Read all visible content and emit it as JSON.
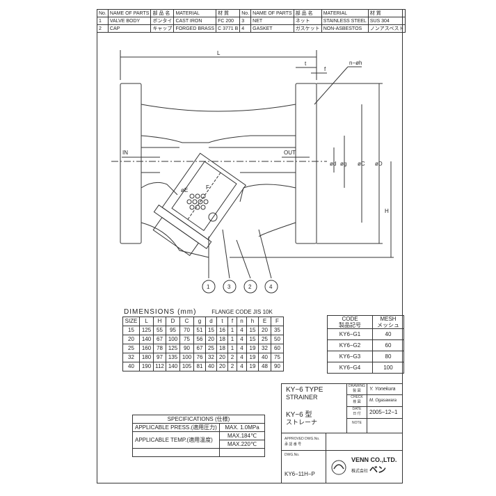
{
  "parts_table": {
    "headers": [
      "No.",
      "NAME OF PARTS",
      "部 品 名",
      "MATERIAL",
      "材 質",
      "No.",
      "NAME OF PARTS",
      "部 品 名",
      "MATERIAL",
      "材 質"
    ],
    "rows": [
      [
        "1",
        "VALVE BODY",
        "ボンタイ",
        "CAST IRON",
        "FC 200",
        "3",
        "NET",
        "ネット",
        "STAINLESS STEEL",
        "SUS 304"
      ],
      [
        "2",
        "CAP",
        "キャップ",
        "FORGED BRASS",
        "C 3771 B",
        "4",
        "GASKET",
        "ガスケット",
        "NON-ASBESTOS",
        "ノンアスベスト"
      ]
    ]
  },
  "drawing_labels": {
    "L": "L",
    "t": "t",
    "f": "f",
    "nh": "n−øh",
    "in": "IN",
    "out": "OUT",
    "d": "ød",
    "g": "øg",
    "C": "øC",
    "D": "øD",
    "E": "øE",
    "F": "F",
    "H": "H",
    "balloons": [
      "1",
      "3",
      "2",
      "4"
    ]
  },
  "dimensions": {
    "title": "DIMENSIONS (mm)",
    "subtitle": "FLANGE CODE JIS 10K",
    "headers": [
      "SIZE",
      "L",
      "H",
      "D",
      "C",
      "g",
      "d",
      "t",
      "f",
      "n",
      "h",
      "E",
      "F"
    ],
    "rows": [
      [
        "15",
        "125",
        "55",
        "95",
        "70",
        "51",
        "15",
        "16",
        "1",
        "4",
        "15",
        "20",
        "35"
      ],
      [
        "20",
        "140",
        "67",
        "100",
        "75",
        "56",
        "20",
        "18",
        "1",
        "4",
        "15",
        "25",
        "50"
      ],
      [
        "25",
        "160",
        "78",
        "125",
        "90",
        "67",
        "25",
        "18",
        "1",
        "4",
        "19",
        "32",
        "60"
      ],
      [
        "32",
        "180",
        "97",
        "135",
        "100",
        "76",
        "32",
        "20",
        "2",
        "4",
        "19",
        "40",
        "75"
      ],
      [
        "40",
        "190",
        "112",
        "140",
        "105",
        "81",
        "40",
        "20",
        "2",
        "4",
        "19",
        "48",
        "90"
      ]
    ]
  },
  "codes": {
    "header_code": "CODE",
    "header_code_jp": "製品記号",
    "header_mesh": "MESH",
    "header_mesh_jp": "メッシュ",
    "rows": [
      [
        "KY6−G1",
        "40"
      ],
      [
        "KY6−G2",
        "60"
      ],
      [
        "KY6−G3",
        "80"
      ],
      [
        "KY6−G4",
        "100"
      ]
    ]
  },
  "specifications": {
    "title": "SPECIFICATIONS (仕様)",
    "press_label": "APPLICABLE PRESS.(適用圧力)",
    "press_value": "MAX. 1.0MPa",
    "temp_label": "APPLICABLE TEMP.(適用温度)",
    "temp_value_1": "MAX.184℃",
    "temp_value_2": "MAX.220℃"
  },
  "title_block": {
    "type_en": "KY−6 TYPE",
    "name_en": "STRAINER",
    "type_jp": "KY−6 型",
    "name_jp": "ストレーナ",
    "drawing_label": "DRAWING",
    "drawing_jp": "製 図",
    "drawing_sig": "Y. Yonekura",
    "check_label": "CHECK",
    "check_jp": "検 図",
    "check_sig": "M. Ogasawara",
    "date_label": "DATE",
    "date_jp": "日 付",
    "date_value": "2005−12−1",
    "note_label": "NOTE",
    "approved_label": "APPROVED DWG.No.",
    "approved_jp": "承 認 番 号",
    "dwg_label": "DWG.No.",
    "dwg_value": "KY6−11H−P",
    "company": "VENN CO.,LTD.",
    "company_jp": "株式会社",
    "company_logo_text": "ベン"
  }
}
